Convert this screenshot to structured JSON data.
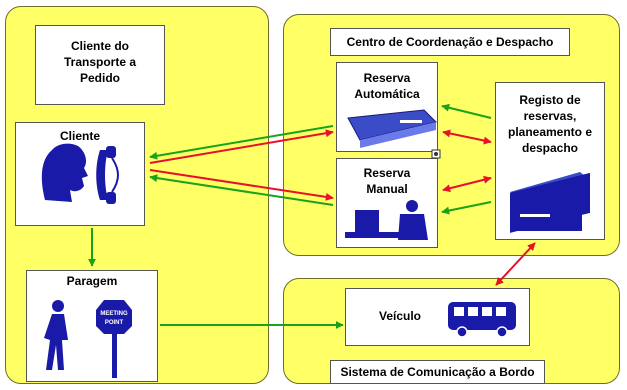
{
  "panels": {
    "client_panel": {
      "title": "Cliente do Transporte a Pedido"
    },
    "dispatch_center": {
      "title": "Centro de Coordenação e Despacho"
    },
    "onboard_system": {
      "title": "Sistema de Comunicação a Bordo"
    }
  },
  "nodes": {
    "cliente": {
      "label": "Cliente"
    },
    "paragem": {
      "label": "Paragem",
      "sign_text": "MEETING POINT"
    },
    "reserva_automatica": {
      "label": "Reserva Automática"
    },
    "reserva_manual": {
      "label": "Reserva Manual"
    },
    "registo": {
      "label": "Registo de reservas, planeamento e despacho"
    },
    "veiculo": {
      "label": "Veículo"
    }
  },
  "colors": {
    "panel": "#ffff66",
    "green_arrow": "#1aa31a",
    "red_arrow": "#e8102a",
    "figure_blue": "#1a1aa8"
  }
}
